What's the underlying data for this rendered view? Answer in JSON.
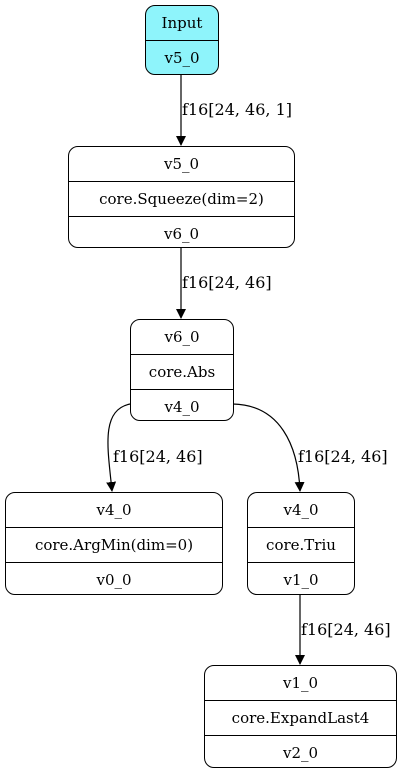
{
  "nodes": {
    "input": {
      "title": "Input",
      "output": "v5_0"
    },
    "squeeze": {
      "input": "v5_0",
      "op": "core.Squeeze(dim=2)",
      "output": "v6_0"
    },
    "abs": {
      "input": "v6_0",
      "op": "core.Abs",
      "output": "v4_0"
    },
    "argmin": {
      "input": "v4_0",
      "op": "core.ArgMin(dim=0)",
      "output": "v0_0"
    },
    "triu": {
      "input": "v4_0",
      "op": "core.Triu",
      "output": "v1_0"
    },
    "expand": {
      "input": "v1_0",
      "op": "core.ExpandLast4",
      "output": "v2_0"
    }
  },
  "edges": {
    "input_to_squeeze": "f16[24, 46, 1]",
    "squeeze_to_abs": "f16[24, 46]",
    "abs_to_argmin": "f16[24, 46]",
    "abs_to_triu": "f16[24, 46]",
    "triu_to_expand": "f16[24, 46]"
  },
  "colors": {
    "input_fill": "#8ef4fb",
    "stroke": "#000000"
  }
}
